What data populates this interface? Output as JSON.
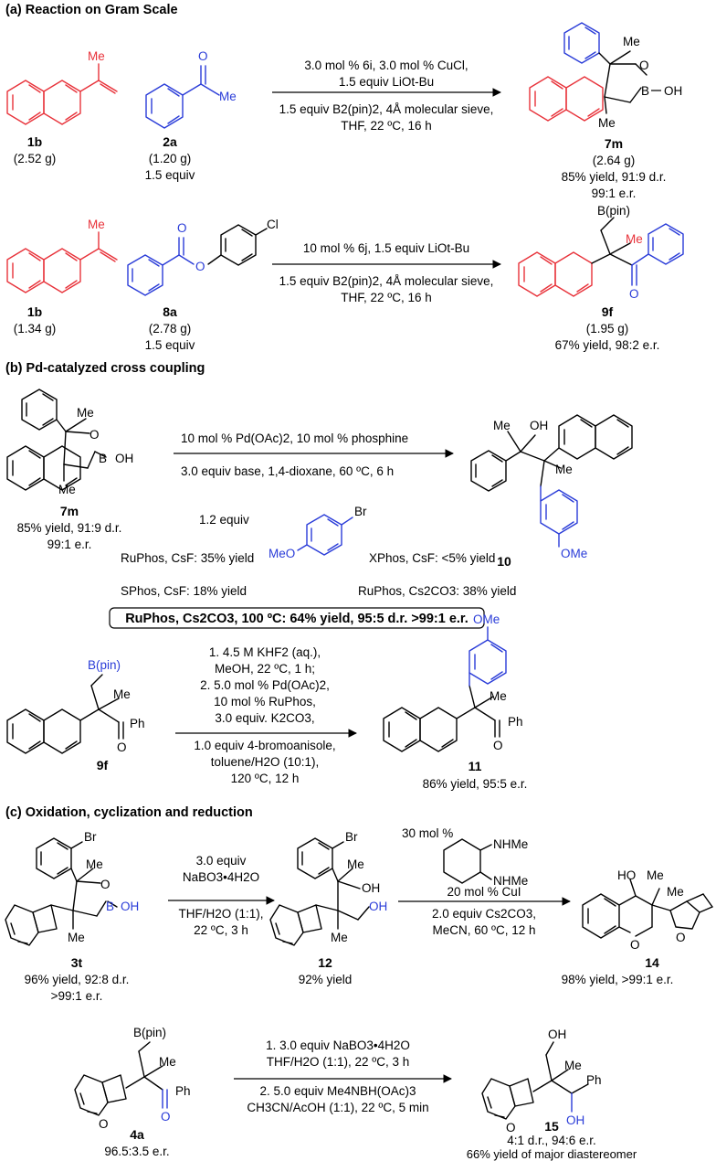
{
  "sections": {
    "a": "(a) Reaction on Gram Scale",
    "b": "(b) Pd-catalyzed cross coupling",
    "c": "(c) Oxidation, cyclization and reduction"
  },
  "a1": {
    "c1_label": "1b",
    "c1_amount": "(2.52 g)",
    "c2_label": "2a",
    "c2_amount": "(1.20 g)",
    "c2_equiv": "1.5 equiv",
    "cond1": "3.0 mol % 6i, 3.0 mol % CuCl,",
    "cond2": "1.5 equiv LiOt-Bu",
    "cond3": "1.5 equiv B2(pin)2, 4Å molecular sieve,",
    "cond4": "THF, 22 ºC, 16 h",
    "p_label": "7m",
    "p_amount": "(2.64 g)",
    "p_yield": "85% yield, 91:9 d.r.",
    "p_er": "99:1 e.r."
  },
  "a2": {
    "c1_label": "1b",
    "c1_amount": "(1.34 g)",
    "c2_label": "8a",
    "c2_amount": "(2.78 g)",
    "c2_equiv": "1.5 equiv",
    "cond1": "10 mol % 6j, 1.5 equiv LiOt-Bu",
    "cond2": "1.5 equiv B2(pin)2, 4Å molecular sieve,",
    "cond3": "THF, 22 ºC, 16 h",
    "p_label": "9f",
    "p_amount": "(1.95 g)",
    "p_yield": "67% yield, 98:2 e.r."
  },
  "b1": {
    "s_label": "7m",
    "s_yield": "85% yield, 91:9 d.r.",
    "s_er": "99:1 e.r.",
    "cond1": "10 mol % Pd(OAc)2, 10 mol % phosphine",
    "cond2": "3.0 equiv base, 1,4-dioxane, 60 ºC, 6 h",
    "reagent_equiv": "1.2 equiv",
    "p_label": "10",
    "res1": "RuPhos, CsF: 35% yield",
    "res2": "XPhos, CsF: <5% yield",
    "res3": "SPhos, CsF: 18% yield",
    "res4": "RuPhos, Cs2CO3: 38% yield",
    "best": "RuPhos, Cs2CO3, 100 ºC: 64% yield, 95:5 d.r. >99:1 e.r."
  },
  "b2": {
    "s_label": "9f",
    "cond1": "1. 4.5 M KHF2 (aq.),",
    "cond2": "MeOH, 22 ºC, 1 h;",
    "cond3": "2. 5.0 mol % Pd(OAc)2,",
    "cond4": "10 mol % RuPhos,",
    "cond5": "3.0 equiv. K2CO3,",
    "cond6": "1.0 equiv 4-bromoanisole,",
    "cond7": "toluene/H2O (10:1),",
    "cond8": "120 ºC, 12 h",
    "p_label": "11",
    "p_yield": "86% yield, 95:5 e.r."
  },
  "c1": {
    "s_label": "3t",
    "s_yield": "96% yield, 92:8 d.r.",
    "s_er": ">99:1 e.r.",
    "cond1": "3.0 equiv",
    "cond2": "NaBO3•4H2O",
    "cond3": "THF/H2O (1:1),",
    "cond4": "22 ºC, 3 h",
    "i_label": "12",
    "i_yield": "92% yield",
    "cat_amount": "30 mol %",
    "cond5": "20 mol % CuI",
    "cond6": "2.0 equiv Cs2CO3,",
    "cond7": "MeCN, 60 ºC, 12 h",
    "p_label": "14",
    "p_yield": "98% yield, >99:1 e.r."
  },
  "c2": {
    "s_label": "4a",
    "s_er": "96.5:3.5 e.r.",
    "cond1": "1. 3.0 equiv NaBO3•4H2O",
    "cond2": "THF/H2O (1:1), 22 ºC, 3 h",
    "cond3": "2. 5.0 equiv Me4NBH(OAc)3",
    "cond4": "CH3CN/AcOH (1:1), 22 ºC, 5 min",
    "p_label": "15",
    "p_dr": "4:1 d.r., 94:6 e.r.",
    "p_yield": "66% yield of major diastereomer"
  },
  "atoms": {
    "me": "Me",
    "o": "O",
    "b": "B",
    "oh": "OH",
    "ho": "HO",
    "cl": "Cl",
    "br": "Br",
    "bpin": "B(pin)",
    "ph": "Ph",
    "ome": "OMe",
    "meo": "MeO",
    "nhme": "NHMe"
  },
  "colors": {
    "olefin": "#e8323a",
    "carbonyl": "#2a3cd8",
    "text": "#000000"
  }
}
